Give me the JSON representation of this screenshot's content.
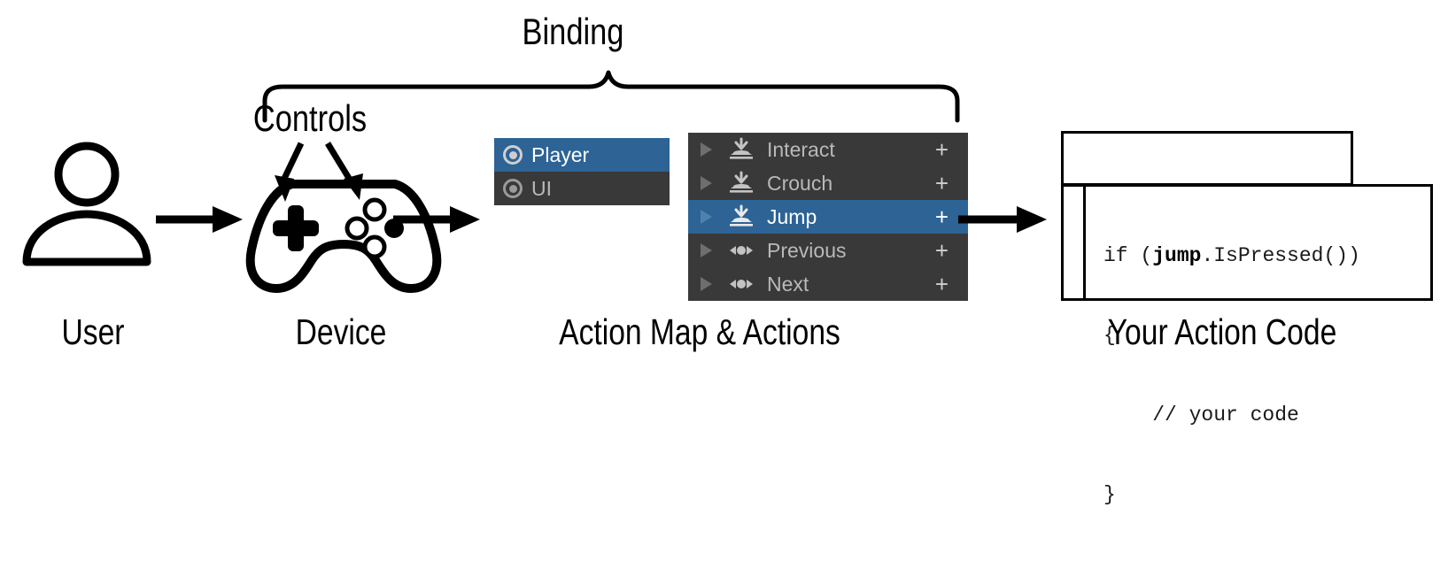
{
  "diagram": {
    "title_brace_label": "Binding",
    "controls_label": "Controls",
    "captions": [
      {
        "id": "user",
        "text": "User"
      },
      {
        "id": "device",
        "text": "Device"
      },
      {
        "id": "action-map-actions",
        "text": "Action Map & Actions"
      },
      {
        "id": "your-action-code",
        "text": "Your Action Code"
      }
    ]
  },
  "action_map_panel": {
    "items": [
      {
        "label": "Player",
        "selected": true,
        "icon": "action-map-ring-icon"
      },
      {
        "label": "UI",
        "selected": false,
        "icon": "action-map-ring-icon"
      }
    ]
  },
  "actions_panel": {
    "add_button_label": "+",
    "items": [
      {
        "label": "Interact",
        "selected": false,
        "icon": "button-action-icon",
        "expander": "chevron-right-icon",
        "add": "+"
      },
      {
        "label": "Crouch",
        "selected": false,
        "icon": "button-action-icon",
        "expander": "chevron-right-icon",
        "add": "+"
      },
      {
        "label": "Jump",
        "selected": true,
        "icon": "button-action-icon",
        "expander": "chevron-right-icon",
        "add": "+"
      },
      {
        "label": "Previous",
        "selected": false,
        "icon": "axis-action-icon",
        "expander": "chevron-right-icon",
        "add": "+"
      },
      {
        "label": "Next",
        "selected": false,
        "icon": "axis-action-icon",
        "expander": "chevron-right-icon",
        "add": "+"
      }
    ]
  },
  "code_window": {
    "lines": [
      {
        "pre": "if (",
        "bold": "jump",
        "post": ".IsPressed())"
      },
      {
        "pre": "{",
        "bold": "",
        "post": ""
      },
      {
        "pre": "    // your code",
        "bold": "",
        "post": ""
      },
      {
        "pre": "}",
        "bold": "",
        "post": ""
      }
    ]
  },
  "colors": {
    "selection_blue": "#2d6395",
    "panel_dark": "#393939",
    "text_grey": "#b9b9b9",
    "text_white": "#ffffff",
    "stroke_black": "#000000"
  }
}
